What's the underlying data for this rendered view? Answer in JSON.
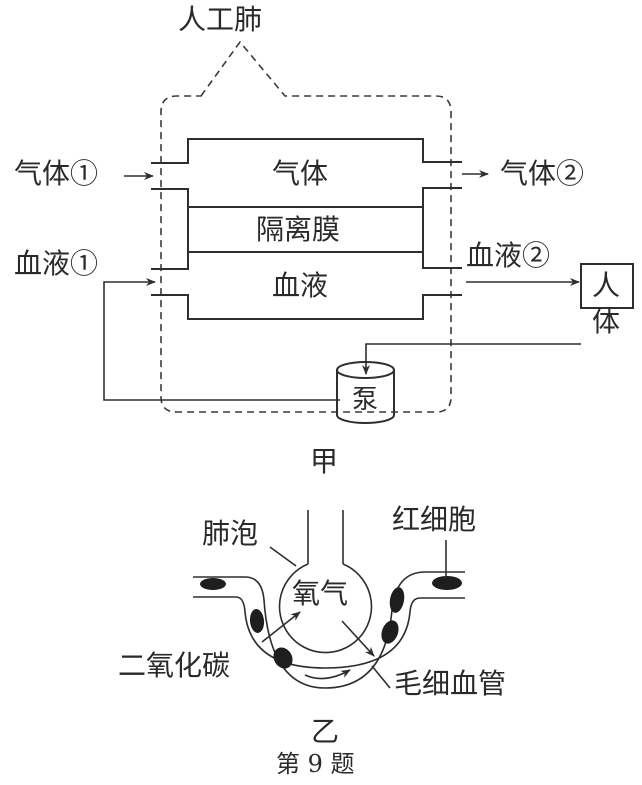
{
  "figure_a": {
    "caption": "甲",
    "artificial_lung_label": "人工肺",
    "gas_chamber_label": "气体",
    "membrane_label": "隔离膜",
    "blood_chamber_label": "血液",
    "gas_in_label": "气体①",
    "gas_out_label": "气体②",
    "blood_in_label": "血液①",
    "blood_out_label": "血液②",
    "body_label_1": "人",
    "body_label_2": "体",
    "pump_label": "泵"
  },
  "figure_b": {
    "caption": "乙",
    "alveolus_label": "肺泡",
    "oxygen_label": "氧气",
    "co2_label": "二氧化碳",
    "rbc_label": "红细胞",
    "capillary_label": "毛细血管"
  },
  "question_label": "第 9 题"
}
